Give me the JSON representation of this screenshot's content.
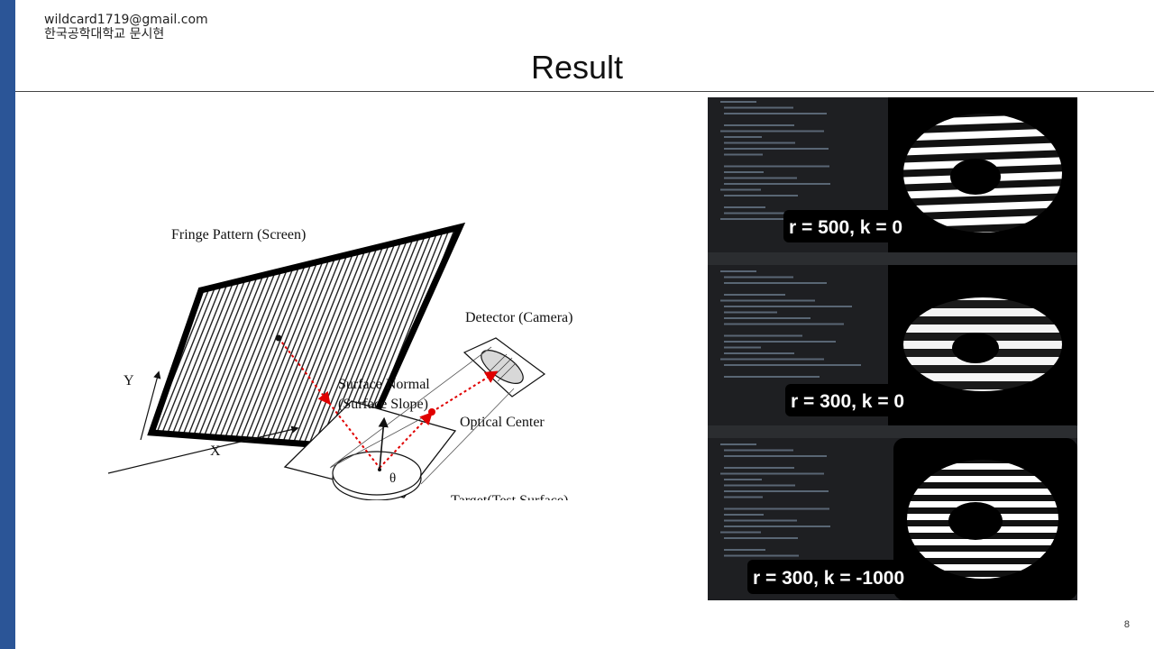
{
  "author": {
    "email": "wildcard1719@gmail.com",
    "name": "한국공학대학교 문시현"
  },
  "title": "Result",
  "diagram": {
    "fringe_label": "Fringe Pattern (Screen)",
    "detector_label": "Detector (Camera)",
    "normal_label_1": "Surface Normal",
    "normal_label_2": "(Surface Slope)",
    "optical_label": "Optical Center",
    "target_label": "Target(Test Surface)",
    "y_axis": "Y",
    "x_axis": "X",
    "theta": "θ"
  },
  "results": [
    {
      "label": "r = 500, k = 0"
    },
    {
      "label": "r = 300, k = 0"
    },
    {
      "label": "r = 300, k = -1000"
    }
  ],
  "page_number": "8"
}
